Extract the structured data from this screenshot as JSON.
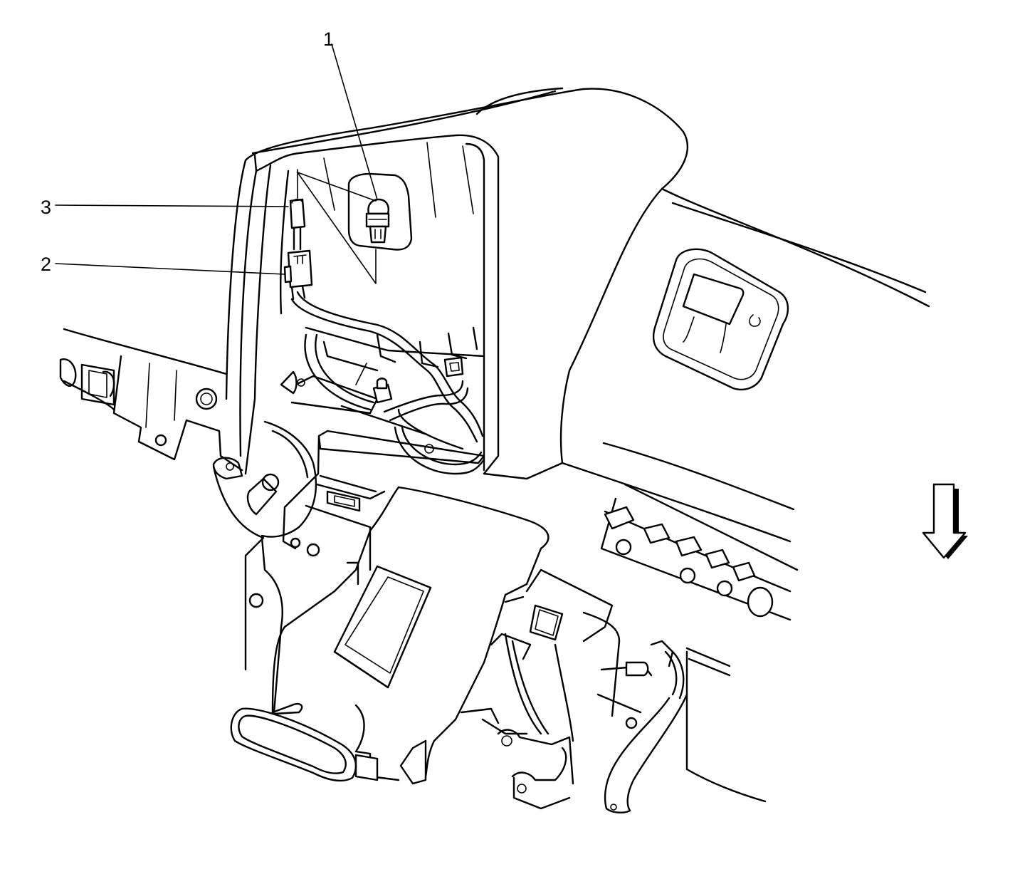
{
  "figure": {
    "callouts": [
      {
        "number": "1",
        "part_hint": "bulb"
      },
      {
        "number": "2",
        "part_hint": "connector"
      },
      {
        "number": "3",
        "part_hint": "socket"
      }
    ],
    "direction_arrow": "down-arrow"
  }
}
